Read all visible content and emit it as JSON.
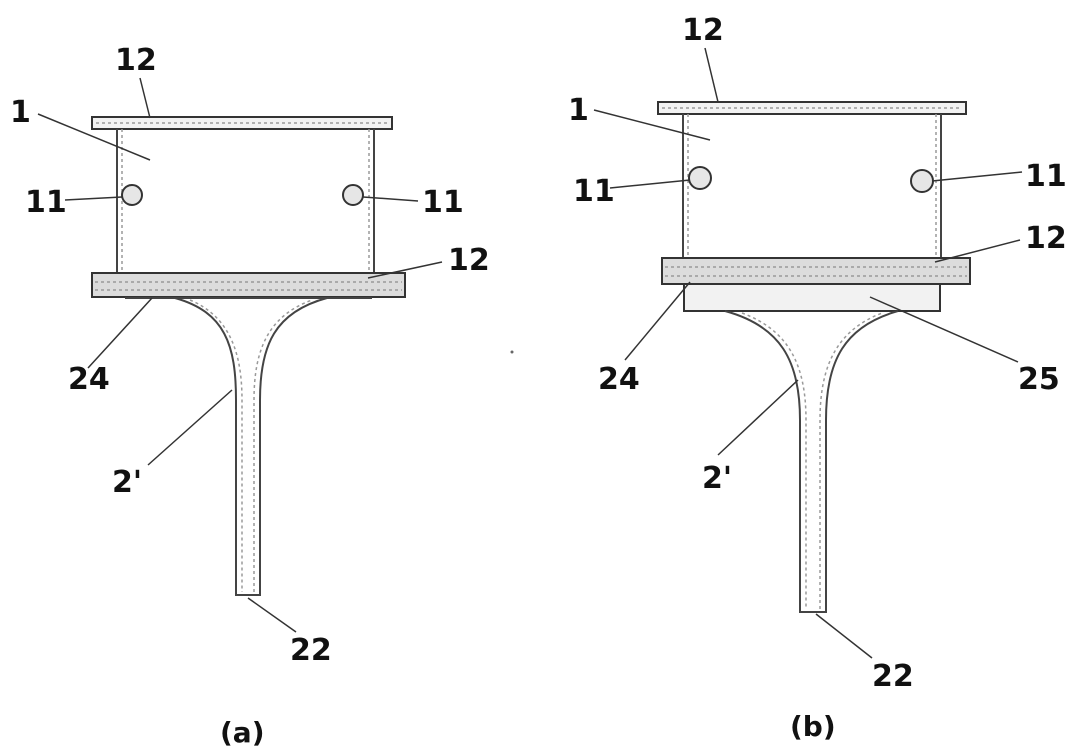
{
  "figure": {
    "panel_a": {
      "caption": "(a)",
      "labels": {
        "top_plate": "12",
        "body": "1",
        "port_left": "11",
        "port_right": "11",
        "bottom_plate": "12",
        "flange": "24",
        "horn": "2'",
        "tip": "22"
      }
    },
    "panel_b": {
      "caption": "(b)",
      "labels": {
        "top_plate": "12",
        "body": "1",
        "port_left": "11",
        "port_right": "11",
        "bottom_plate": "12",
        "flange": "24",
        "chamber": "25",
        "horn": "2'",
        "tip": "22"
      }
    }
  }
}
